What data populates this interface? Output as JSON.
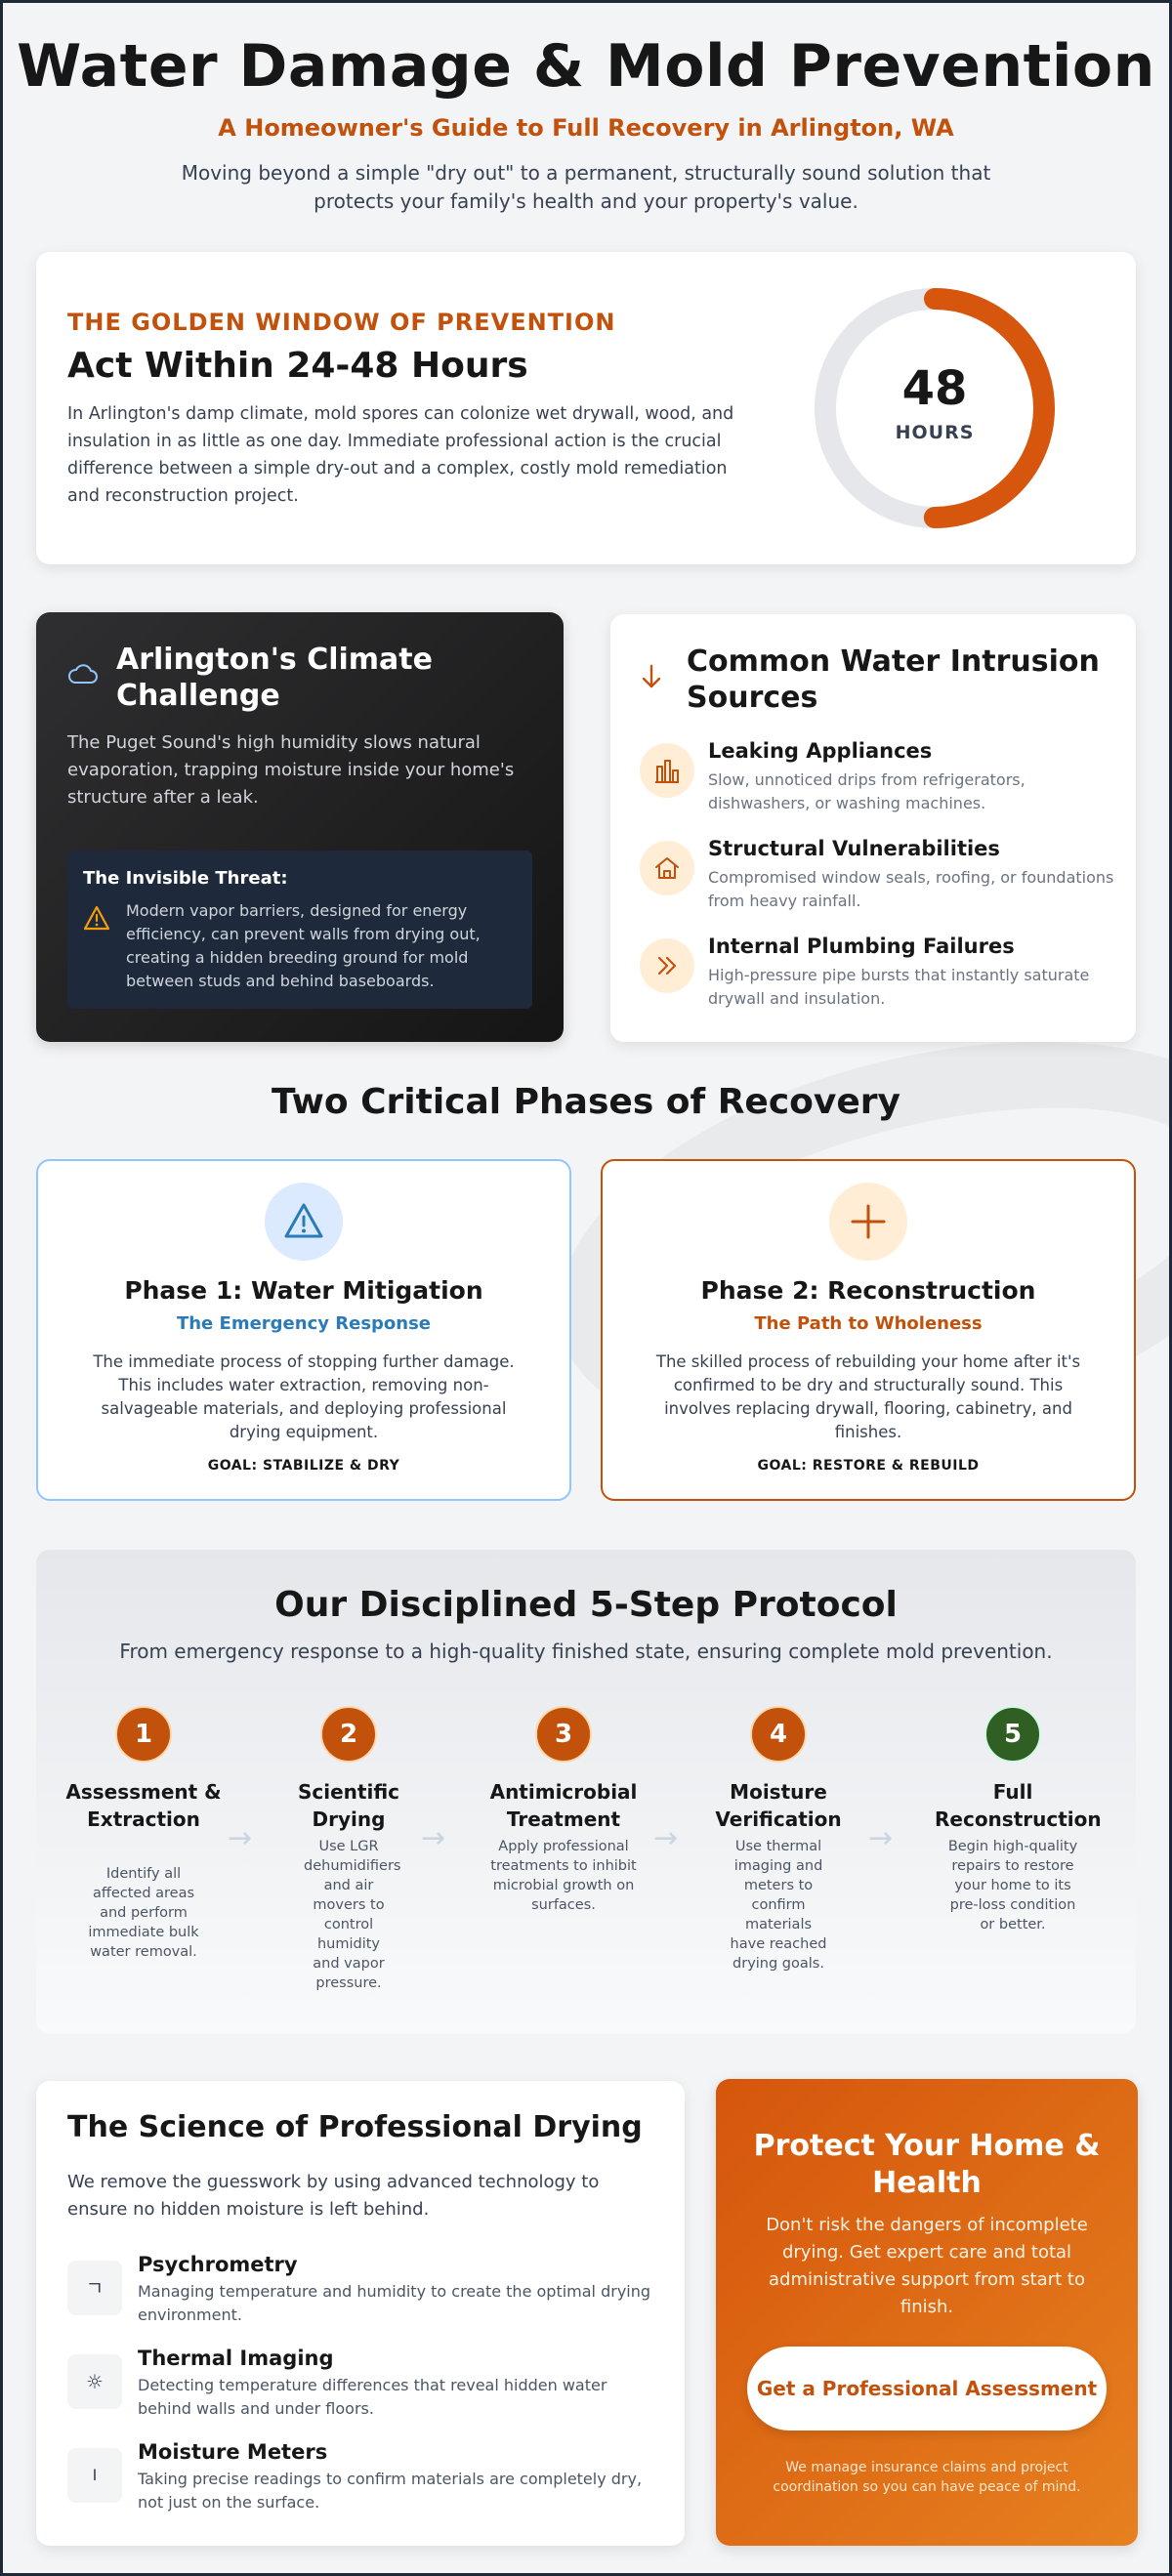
{
  "header": {
    "title": "Water Damage & Mold Prevention",
    "subtitle": "A Homeowner's Guide to Full Recovery in Arlington, WA",
    "description": "Moving beyond a simple \"dry out\" to a permanent, structurally sound solution that protects your family's health and your property's value."
  },
  "golden_window": {
    "eyebrow": "THE GOLDEN WINDOW OF PREVENTION",
    "title": "Act Within 24-48 Hours",
    "body": "In Arlington's damp climate, mold spores can colonize wet drywall, wood, and insulation in as little as one day. Immediate professional action is the crucial difference between a simple dry-out and a complex, costly mold remediation and reconstruction project.",
    "ring_value": "48",
    "ring_unit": "HOURS",
    "ring_fill_percent": 50,
    "accent_color": "#d5560c"
  },
  "climate": {
    "icon": "cloud-icon",
    "title": "Arlington's Climate Challenge",
    "body": "The Puget Sound's high humidity slows natural evaporation, trapping moisture inside your home's structure after a leak.",
    "threat_title": "The Invisible Threat:",
    "threat_icon": "warning-icon",
    "threat_body": "Modern vapor barriers, designed for energy efficiency, can prevent walls from drying out, creating a hidden breeding ground for mold between studs and behind baseboards."
  },
  "sources": {
    "icon": "arrow-down-icon",
    "title": "Common Water Intrusion Sources",
    "items": [
      {
        "icon": "appliance-icon",
        "name": "Leaking Appliances",
        "desc": "Slow, unnoticed drips from refrigerators, dishwashers, or washing machines."
      },
      {
        "icon": "house-icon",
        "name": "Structural Vulnerabilities",
        "desc": "Compromised window seals, roofing, or foundations from heavy rainfall."
      },
      {
        "icon": "double-chevron-icon",
        "name": "Internal Plumbing Failures",
        "desc": "High-pressure pipe bursts that instantly saturate drywall and insulation."
      }
    ]
  },
  "phases": {
    "title": "Two Critical Phases of Recovery",
    "items": [
      {
        "icon": "warning-icon",
        "title": "Phase 1: Water Mitigation",
        "subtitle": "The Emergency Response",
        "desc": "The immediate process of stopping further damage. This includes water extraction, removing non-salvageable materials, and deploying professional drying equipment.",
        "goal": "GOAL: STABILIZE & DRY",
        "color": "#2b7bb9"
      },
      {
        "icon": "plus-icon",
        "title": "Phase 2: Reconstruction",
        "subtitle": "The Path to Wholeness",
        "desc": "The skilled process of rebuilding your home after it's confirmed to be dry and structurally sound. This involves replacing drywall, flooring, cabinetry, and finishes.",
        "goal": "GOAL: RESTORE & REBUILD",
        "color": "#c2510c"
      }
    ]
  },
  "protocol": {
    "title": "Our Disciplined 5-Step Protocol",
    "subtitle": "From emergency response to a high-quality finished state, ensuring complete mold prevention.",
    "arrow_glyph": "→",
    "steps": [
      {
        "num": "1",
        "name": "Assessment & Extraction",
        "desc": "Identify all affected areas and perform immediate bulk water removal."
      },
      {
        "num": "2",
        "name": "Scientific Drying",
        "desc": "Use LGR dehumidifiers and air movers to control humidity and vapor pressure."
      },
      {
        "num": "3",
        "name": "Antimicrobial Treatment",
        "desc": "Apply professional treatments to inhibit microbial growth on surfaces."
      },
      {
        "num": "4",
        "name": "Moisture Verification",
        "desc": "Use thermal imaging and meters to confirm materials have reached drying goals."
      },
      {
        "num": "5",
        "name": "Full Reconstruction",
        "desc": "Begin high-quality repairs to restore your home to its pre-loss condition or better."
      }
    ]
  },
  "science": {
    "title": "The Science of Professional Drying",
    "body": "We remove the guesswork by using advanced technology to ensure no hidden moisture is left behind.",
    "items": [
      {
        "icon": "psychrometry-icon",
        "glyph": "ㄱ",
        "name": "Psychrometry",
        "desc": "Managing temperature and humidity to create the optimal drying environment."
      },
      {
        "icon": "sun-icon",
        "glyph": "☼",
        "name": "Thermal Imaging",
        "desc": "Detecting temperature differences that reveal hidden water behind walls and under floors."
      },
      {
        "icon": "meter-icon",
        "glyph": "I",
        "name": "Moisture Meters",
        "desc": "Taking precise readings to confirm materials are completely dry, not just on the surface."
      }
    ]
  },
  "protect": {
    "title": "Protect Your Home & Health",
    "body": "Don't risk the dangers of incomplete drying. Get expert care and total administrative support from start to finish.",
    "button": "Get a Professional Assessment",
    "note": "We manage insurance claims and project coordination so you can have peace of mind."
  }
}
